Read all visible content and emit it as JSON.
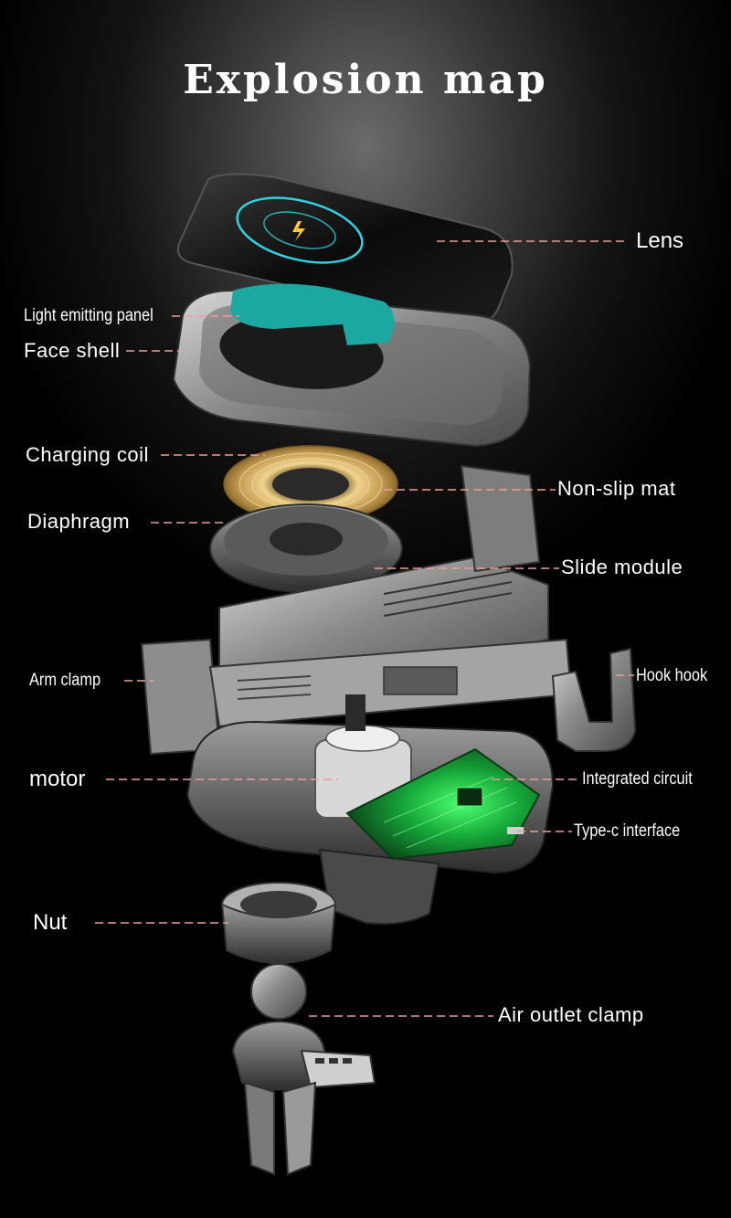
{
  "title": "Explosion map",
  "labels": {
    "lens": "Lens",
    "light_emitting_panel": "Light emitting panel",
    "face_shell": "Face shell",
    "charging_coil": "Charging coil",
    "non_slip_mat": "Non-slip mat",
    "diaphragm": "Diaphragm",
    "slide_module": "Slide module",
    "arm_clamp": "Arm clamp",
    "hook_hook": "Hook hook",
    "motor": "motor",
    "integrated_circuit": "Integrated circuit",
    "type_c_interface": "Type-c interface",
    "nut": "Nut",
    "air_outlet_clamp": "Air outlet clamp"
  },
  "colors": {
    "leader_line": "#e8a0a0",
    "lens_ring": "#2fd3e0",
    "light_panel": "#1aa8a0",
    "coil_gold": "#d9b46a",
    "circuit_green": "#25c24a",
    "metal": "#9a9a9a"
  }
}
